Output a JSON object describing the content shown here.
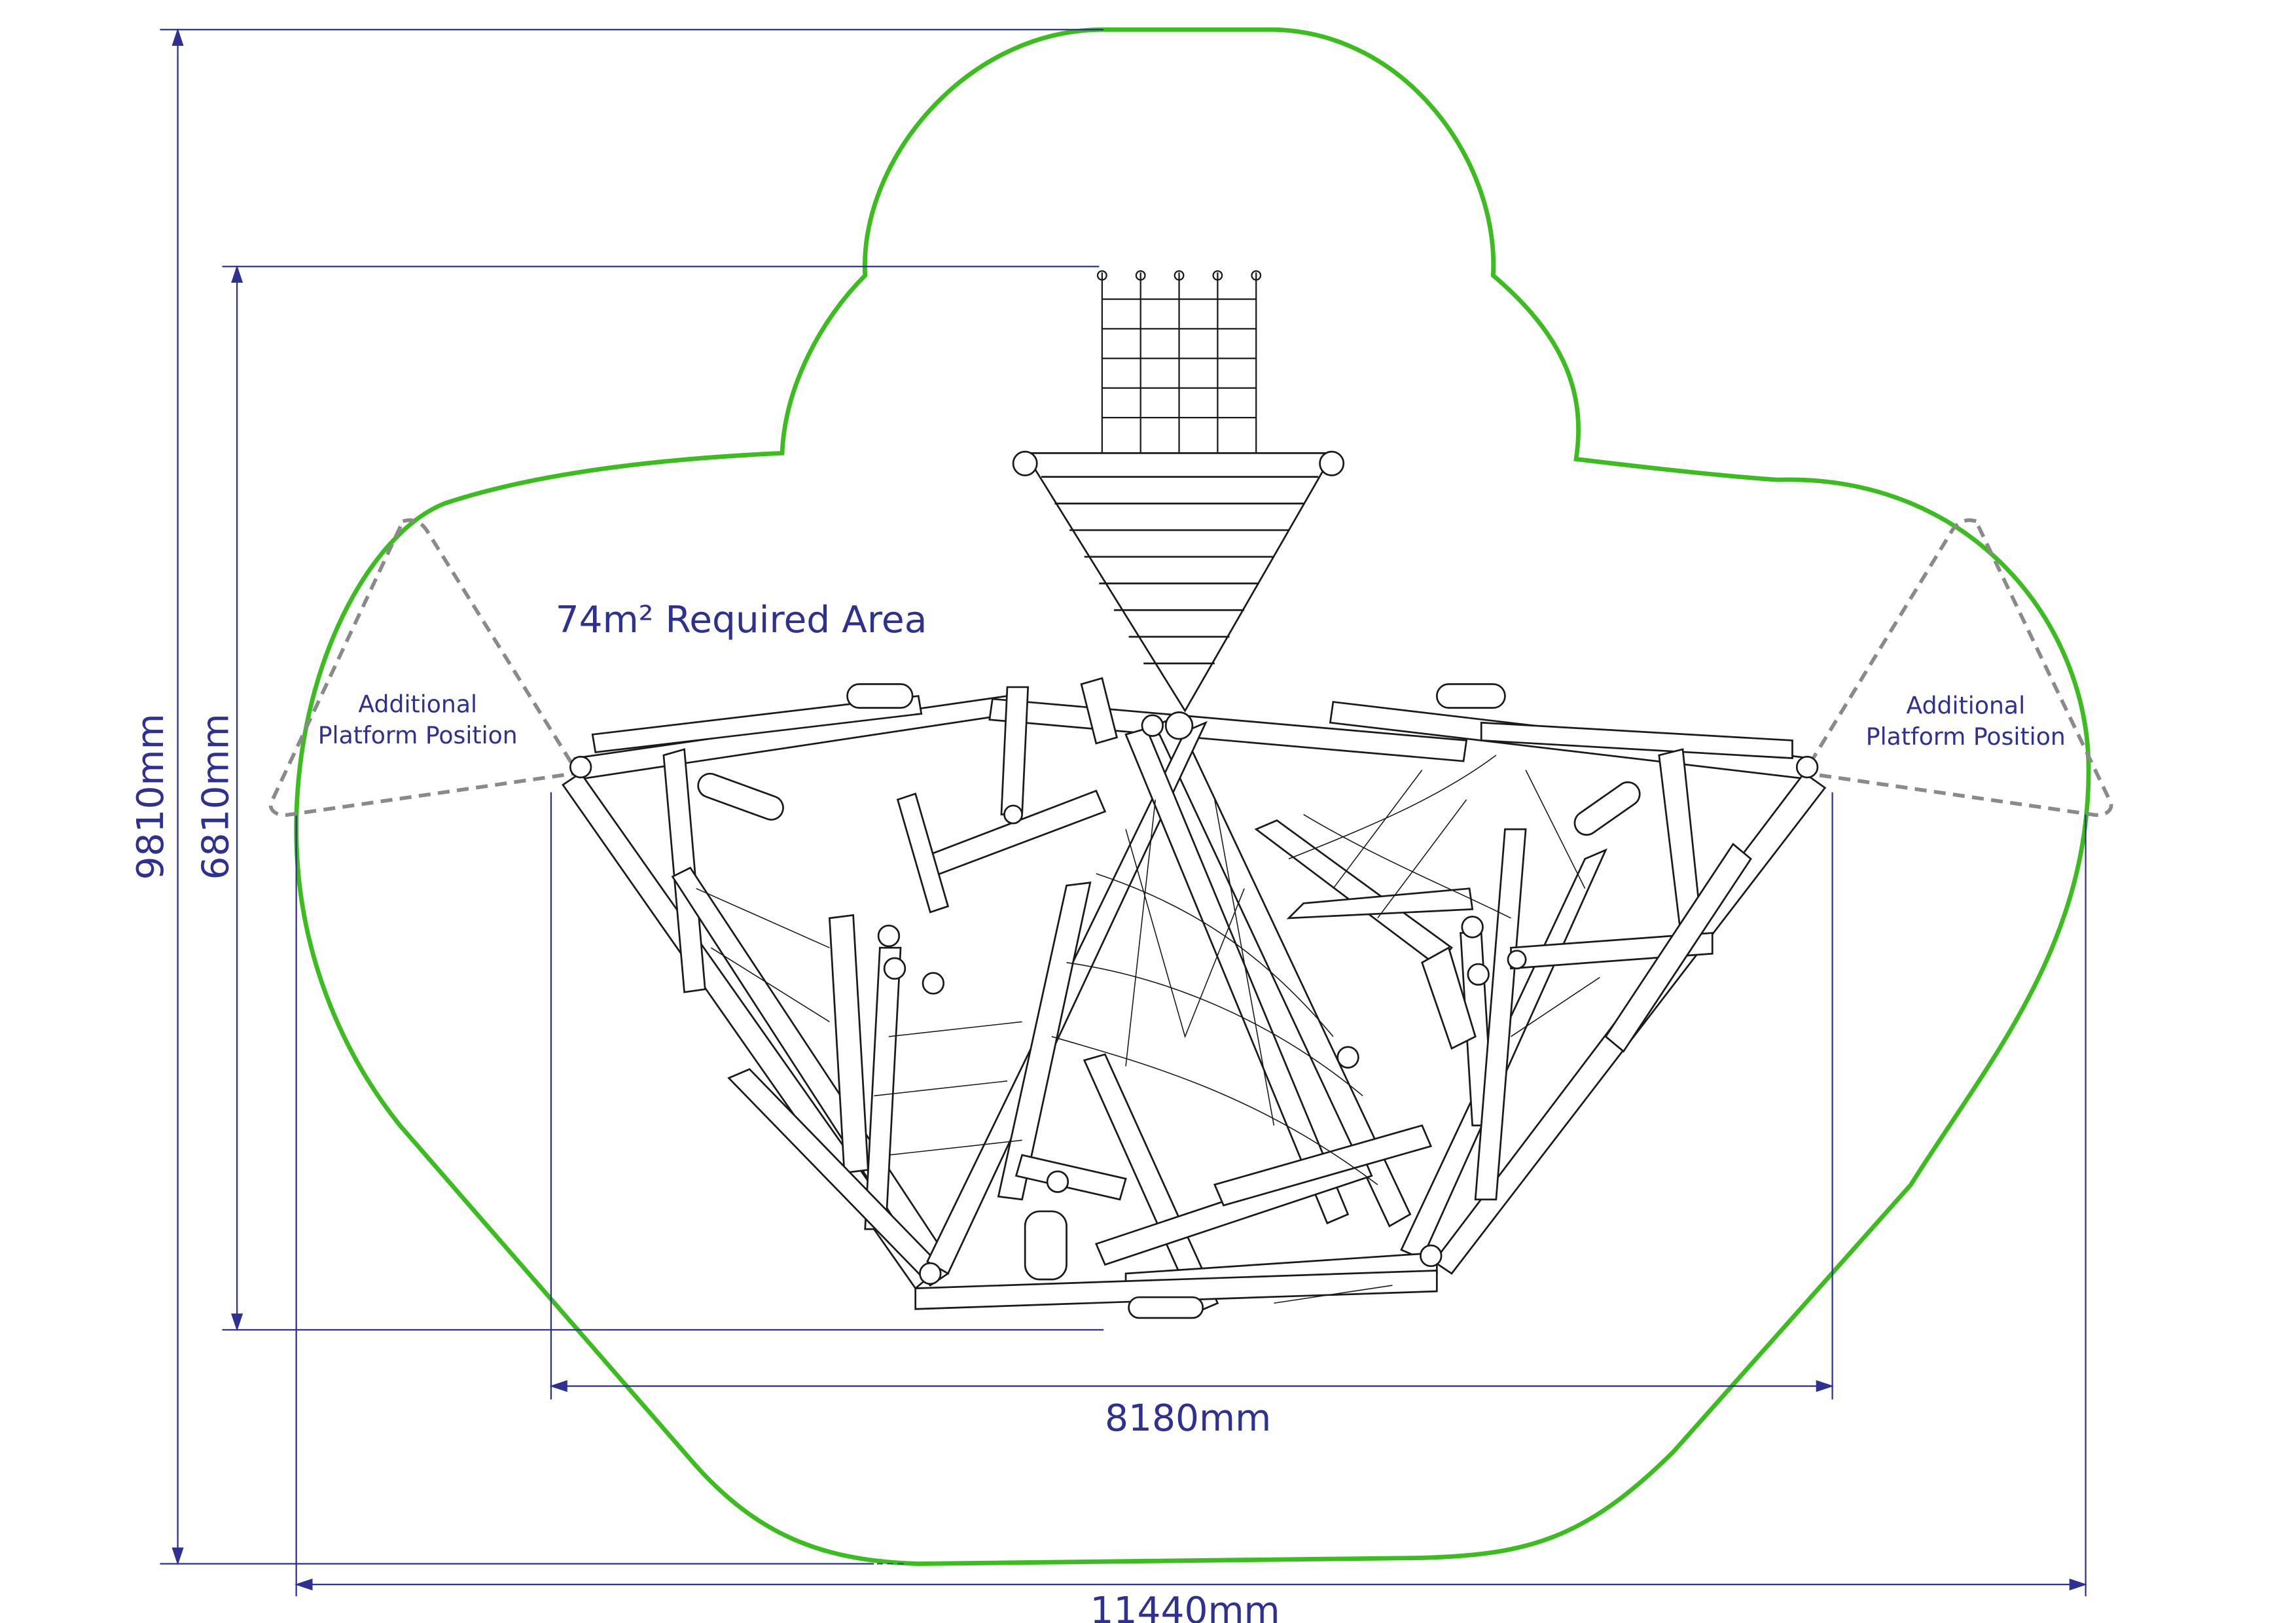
{
  "dimensions": {
    "overall_height": "9810mm",
    "structure_height": "6810mm",
    "structure_width": "8180mm",
    "overall_width": "11440mm"
  },
  "area_label": "74m² Required Area",
  "platform_left": {
    "line1": "Additional",
    "line2": "Platform Position"
  },
  "platform_right": {
    "line1": "Additional",
    "line2": "Platform Position"
  },
  "colors": {
    "dimension": "#2e3192",
    "safety_zone": "#3cbd1f",
    "platform_outline": "#8a8a8a",
    "structure": "#1a1a1a"
  }
}
